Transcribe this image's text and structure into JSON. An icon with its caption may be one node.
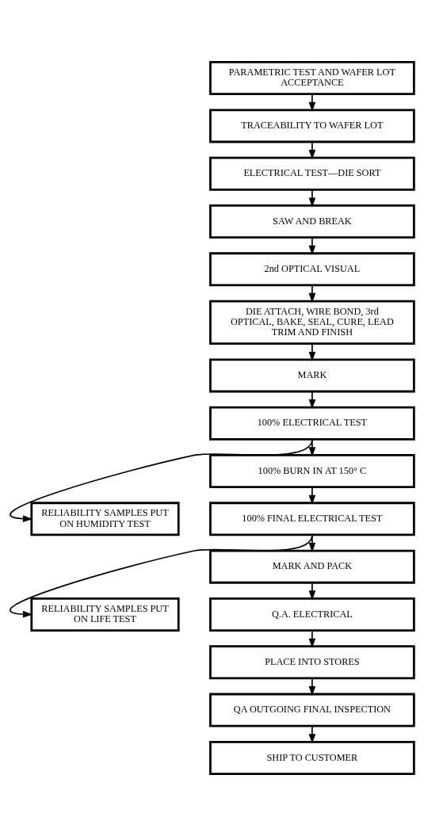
{
  "diagram": {
    "nodes": [
      {
        "text": [
          "PARAMETRIC TEST AND WAFER LOT ACCEPTANCE"
        ]
      },
      {
        "text": [
          "TRACEABILITY TO WAFER LOT"
        ]
      },
      {
        "text": [
          "ELECTRICAL TEST—DIE SORT"
        ]
      },
      {
        "text": [
          "SAW AND BREAK"
        ]
      },
      {
        "text": [
          "2nd OPTICAL VISUAL"
        ]
      },
      {
        "text": [
          "DIE ATTACH, WIRE BOND, 3rd OPTICAL, BAKE, SEAL, CURE, LEAD TRIM AND FINISH"
        ]
      },
      {
        "text": [
          "MARK"
        ]
      },
      {
        "text": [
          "100% ELECTRICAL TEST"
        ]
      },
      {
        "text": [
          "RELIABILITY SAMPLES PUT ON HUMIDITY TEST"
        ]
      },
      {
        "text": [
          "100% BURN IN AT 150° C"
        ]
      },
      {
        "text": [
          "100% FINAL ELECTRICAL TEST"
        ]
      },
      {
        "text": [
          "RELIABILITY SAMPLES PUT ON LIFE TEST"
        ]
      },
      {
        "text": [
          "MARK AND PACK"
        ]
      },
      {
        "text": [
          "Q.A. ELECTRICAL"
        ]
      },
      {
        "text": [
          "PLACE INTO STORES"
        ]
      },
      {
        "text": [
          "QA OUTGOING FINAL INSPECTION"
        ]
      },
      {
        "text": [
          "SHIP TO CUSTOMER"
        ]
      }
    ],
    "edges": [
      {
        "from": 0,
        "to": 1,
        "arrow": "to"
      },
      {
        "from": 1,
        "to": 2,
        "arrow": "to"
      },
      {
        "from": 2,
        "to": 3,
        "arrow": "to"
      },
      {
        "from": 3,
        "to": 4,
        "arrow": "to"
      },
      {
        "from": 4,
        "to": 5,
        "arrow": "to"
      },
      {
        "from": 5,
        "to": 6,
        "arrow": "to"
      },
      {
        "from": 6,
        "to": 7,
        "arrow": "to"
      },
      {
        "from": 7,
        "to": 8,
        "arrow": "to"
      },
      {
        "from": 7,
        "to": 9,
        "arrow": "to"
      },
      {
        "from": 9,
        "to": 10,
        "arrow": "to"
      },
      {
        "from": 10,
        "to": 11,
        "arrow": "to"
      },
      {
        "from": 10,
        "to": 12,
        "arrow": "to"
      },
      {
        "from": 12,
        "to": 13,
        "arrow": "to"
      },
      {
        "from": 13,
        "to": 14,
        "arrow": "to"
      },
      {
        "from": 14,
        "to": 15,
        "arrow": "to"
      },
      {
        "from": 15,
        "to": 16,
        "arrow": "to"
      }
    ]
  }
}
